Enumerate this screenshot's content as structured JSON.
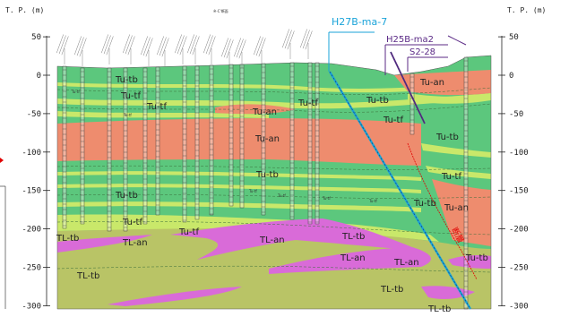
{
  "axis": {
    "left_unit": "T. P. (m)",
    "right_unit": "T. P. (m)",
    "ticks": [
      "50",
      "0",
      "-50",
      "-100",
      "-150",
      "-200",
      "-250",
      "-300"
    ]
  },
  "section_code": "※-C'断面",
  "boreholes": {
    "cyan": "H27B-ma-7",
    "purple_1": "H25B-ma2",
    "purple_2": "S2-28"
  },
  "fault_label": "断層",
  "units": {
    "tb": "Tu-tb",
    "tf": "Tu-tf",
    "an": "Tu-an",
    "TL_tb": "TL-tb",
    "TL_an": "TL-an",
    "tf_small": "Tu-tf"
  },
  "colors": {
    "tu_tb": "#5cc77d",
    "tu_tf": "#c9e86a",
    "tu_an": "#ee8c6e",
    "tl_tb": "#b9c466",
    "tl_an": "#d96bd8",
    "cyan": "#1aa3d9",
    "purple": "#5b2a86",
    "fault": "#e00000"
  }
}
